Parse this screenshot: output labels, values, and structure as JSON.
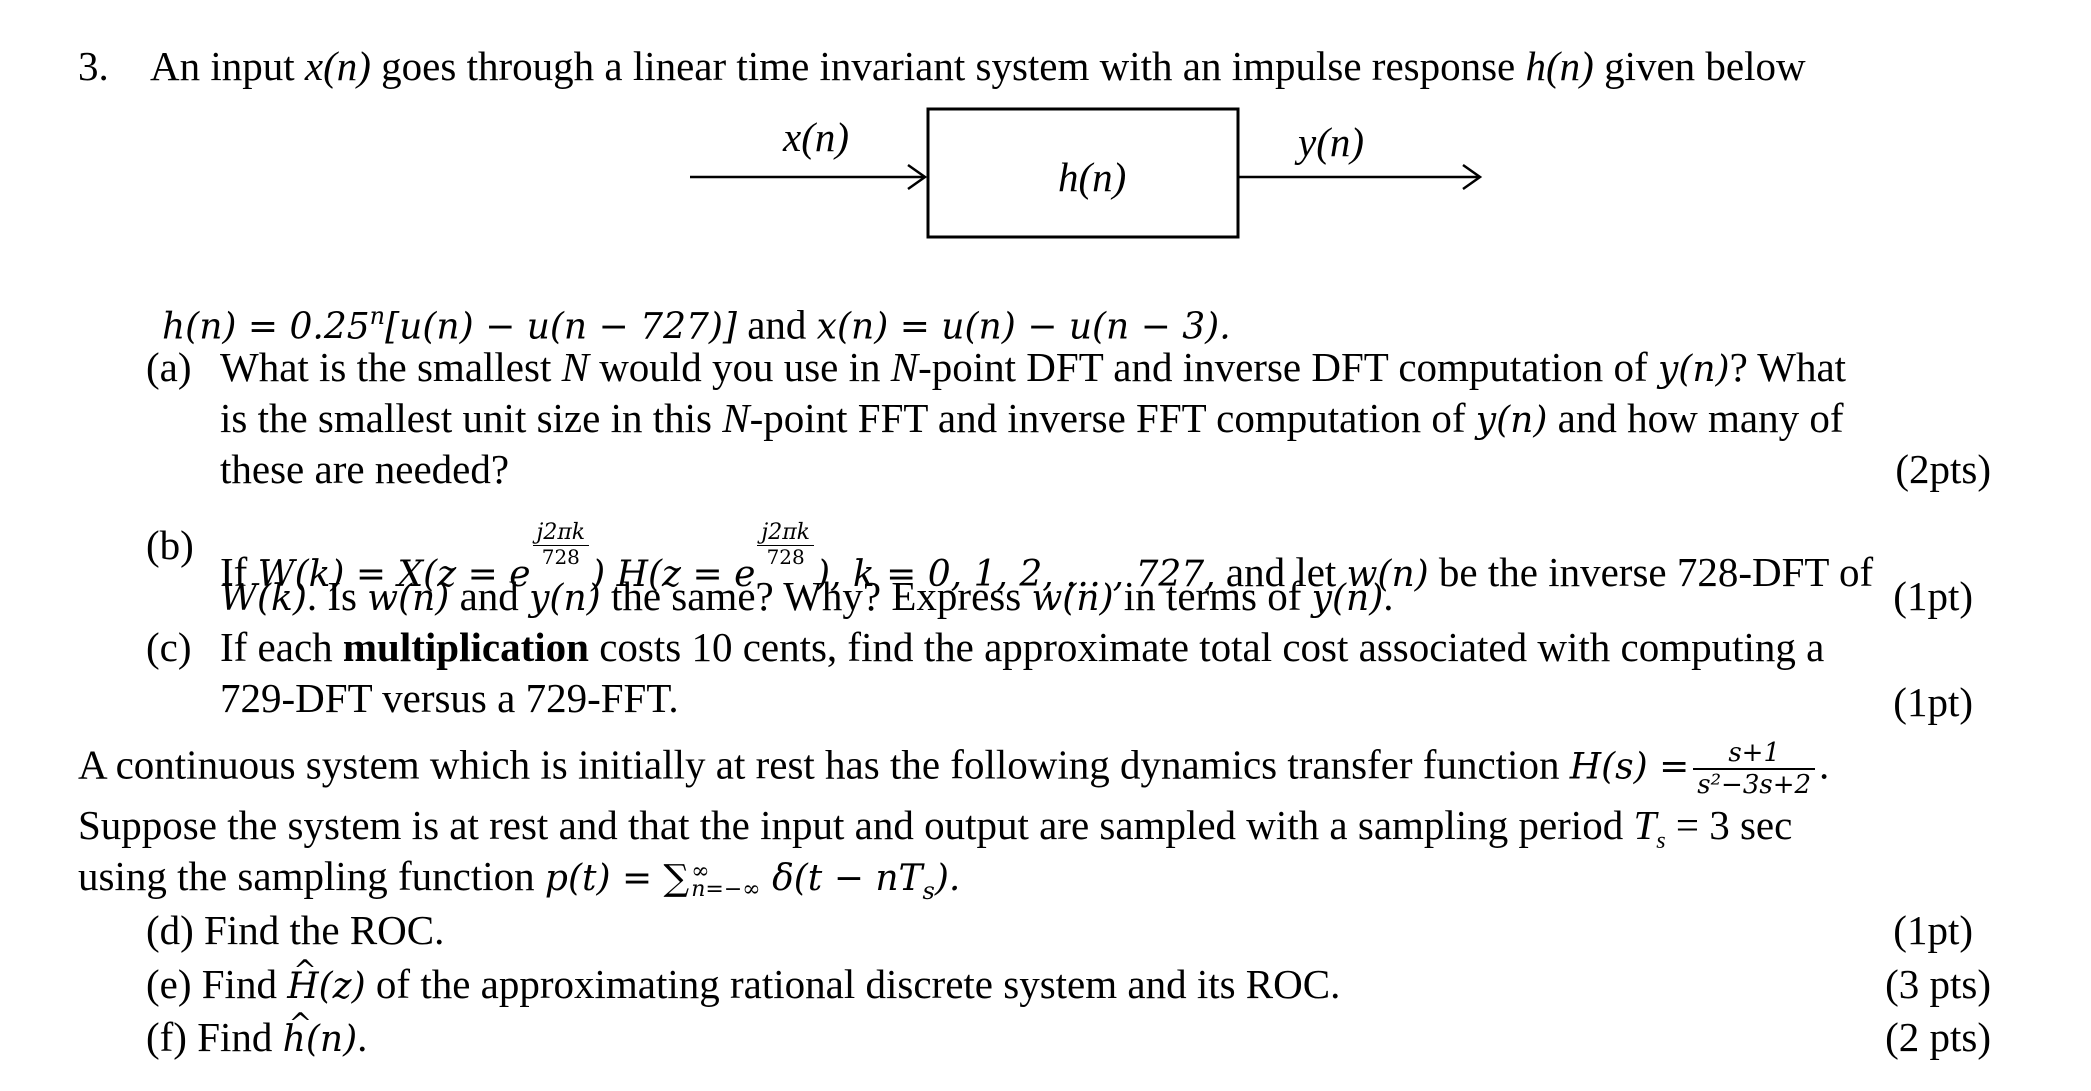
{
  "problem": {
    "number": "3.",
    "intro_pre": "An input ",
    "intro_x": "x(n)",
    "intro_mid": " goes through a linear time invariant system with an impulse response ",
    "intro_h": "h(n)",
    "intro_post": " given below"
  },
  "diagram": {
    "input_label": "x(n)",
    "box_label": "h(n)",
    "output_label": "y(n)"
  },
  "definition": {
    "h_def": "h(n) = 0.25",
    "h_exp": "n",
    "h_rest": "[u(n) − u(n − 727)]",
    "and": " and ",
    "x_def": "x(n) = u(n) − u(n − 3)."
  },
  "part_a": {
    "label": "(a)",
    "line1_pre": "What is the smallest ",
    "N": "N",
    "line1_mid": " would you use in ",
    "line1_mid2": "-point DFT and inverse DFT computation of ",
    "y": "y(n)",
    "line1_post": "? What",
    "line2_pre": "is the smallest unit size in this ",
    "line2_mid": "-point FFT and inverse FFT computation of ",
    "line2_post": " and how many of",
    "line3": "these are needed?",
    "points": "(2pts)"
  },
  "part_b": {
    "label": "(b)",
    "if": "If ",
    "W": "W(k) = X(z = e",
    "exp_num": "j2πk",
    "exp_den": "728",
    "mid": ") H(z = e",
    "k_list": "), k  =  0, 1, 2, … , 727,",
    "post": " and let ",
    "w": "w(n)",
    "post2": " be the inverse 728-DFT of",
    "line2_W": "W(k)",
    "line2_a": ". Is ",
    "line2_w": "w(n)",
    "line2_b": " and ",
    "line2_y": "y(n)",
    "line2_c": " the same? Why? Express ",
    "line2_w2": "w(n)",
    "line2_d": " in terms of ",
    "line2_y2": "y(n)",
    "line2_e": ".",
    "points": "(1pt)"
  },
  "part_c": {
    "label": "(c)",
    "pre": "If each ",
    "bold": "multiplication",
    "post": " costs 10 cents, find the approximate total cost associated with computing a",
    "line2": "729-DFT versus a 729-FFT.",
    "points": "(1pt)"
  },
  "continuous": {
    "line1": "A continuous system which is initially at rest has the following dynamics transfer function ",
    "H": "H(s) =",
    "frac_num": "s+1",
    "frac_den": "s²−3s+2",
    "period": ".",
    "line2_pre": "Suppose the system is at rest and that the input and output are sampled with a sampling period ",
    "Ts": "T",
    "Ts_sub": "s",
    "line2_post": " = 3 sec",
    "line3_pre": "using the sampling function ",
    "p": "p(t) = ∑",
    "sum_sup": "∞",
    "sum_sub": "n=−∞",
    "p_rest": " δ(t − nT",
    "p_sub": "s",
    "p_end": ")."
  },
  "part_d": {
    "text": "(d) Find the  ROC.",
    "points": "(1pt)"
  },
  "part_e": {
    "pre": "(e) Find ",
    "H": "H",
    "mid": "(z)",
    "post": " of the approximating rational discrete system and its ROC.",
    "points": "(3 pts)"
  },
  "part_f": {
    "pre": "(f) Find ",
    "h": "h",
    "mid": "(n)",
    "post": ".",
    "points": "(2 pts)"
  }
}
